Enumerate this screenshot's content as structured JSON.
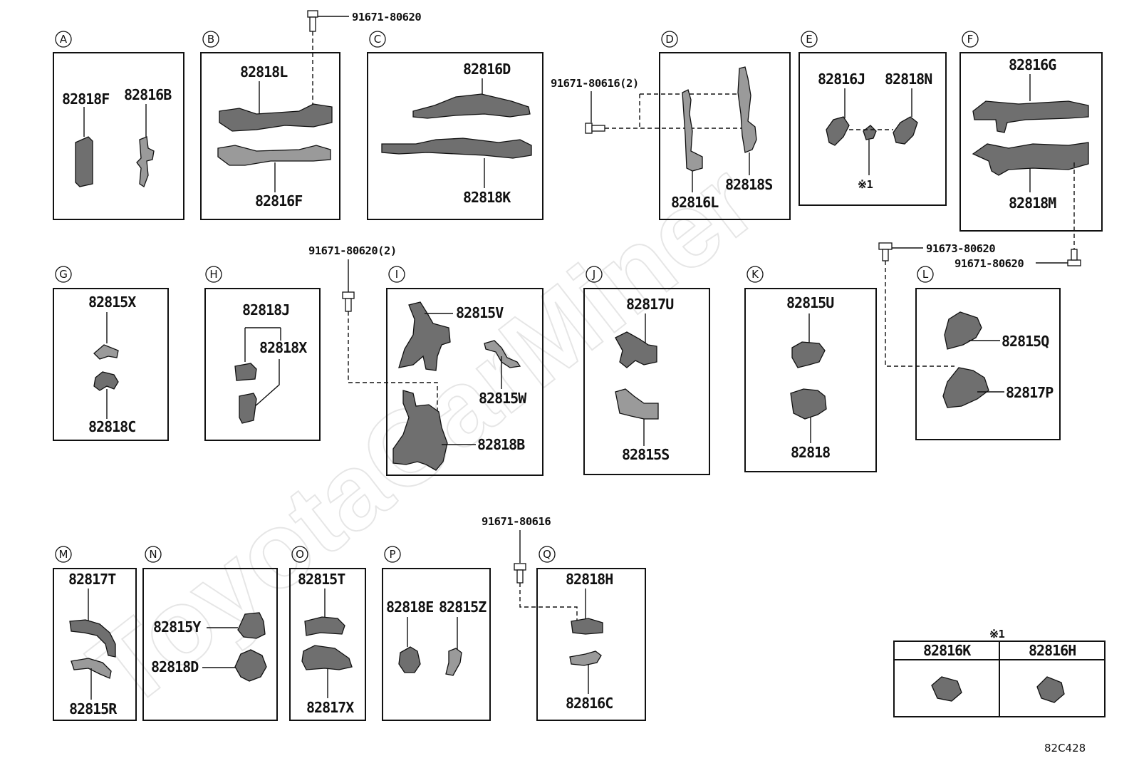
{
  "diagram_ref": "82C428",
  "watermark": "ToyotaCarMiner",
  "groups": {
    "A": {
      "letter": "A",
      "parts": [
        "82818F",
        "82816B"
      ]
    },
    "B": {
      "letter": "B",
      "parts": [
        "82818L",
        "82816F"
      ],
      "bolt": "91671-80620"
    },
    "C": {
      "letter": "C",
      "parts": [
        "82816D",
        "82818K"
      ]
    },
    "D": {
      "letter": "D",
      "parts": [
        "82818S",
        "82816L"
      ],
      "bolt": "91671-80616(2)"
    },
    "E": {
      "letter": "E",
      "parts": [
        "82816J",
        "82818N"
      ],
      "note": "※1"
    },
    "F": {
      "letter": "F",
      "parts": [
        "82816G",
        "82818M"
      ],
      "bolt": "91671-80620"
    },
    "G": {
      "letter": "G",
      "parts": [
        "82815X",
        "82818C"
      ]
    },
    "H": {
      "letter": "H",
      "parts": [
        "82818J",
        "82818X"
      ]
    },
    "I": {
      "letter": "I",
      "parts": [
        "82815V",
        "82815W",
        "82818B"
      ],
      "bolt": "91671-80620(2)"
    },
    "J": {
      "letter": "J",
      "parts": [
        "82817U",
        "82815S"
      ]
    },
    "K": {
      "letter": "K",
      "parts": [
        "82815U",
        "82818"
      ]
    },
    "L": {
      "letter": "L",
      "parts": [
        "82815Q",
        "82817P"
      ],
      "bolt": "91673-80620"
    },
    "M": {
      "letter": "M",
      "parts": [
        "82817T",
        "82815R"
      ]
    },
    "N": {
      "letter": "N",
      "parts": [
        "82815Y",
        "82818D"
      ]
    },
    "O": {
      "letter": "O",
      "parts": [
        "82815T",
        "82817X"
      ]
    },
    "P": {
      "letter": "P",
      "parts": [
        "82818E",
        "82815Z"
      ]
    },
    "Q": {
      "letter": "Q",
      "parts": [
        "82818H",
        "82816C"
      ],
      "bolt": "91671-80616"
    }
  },
  "legend": {
    "title": "※1",
    "headers": [
      "82816K",
      "82816H"
    ]
  }
}
